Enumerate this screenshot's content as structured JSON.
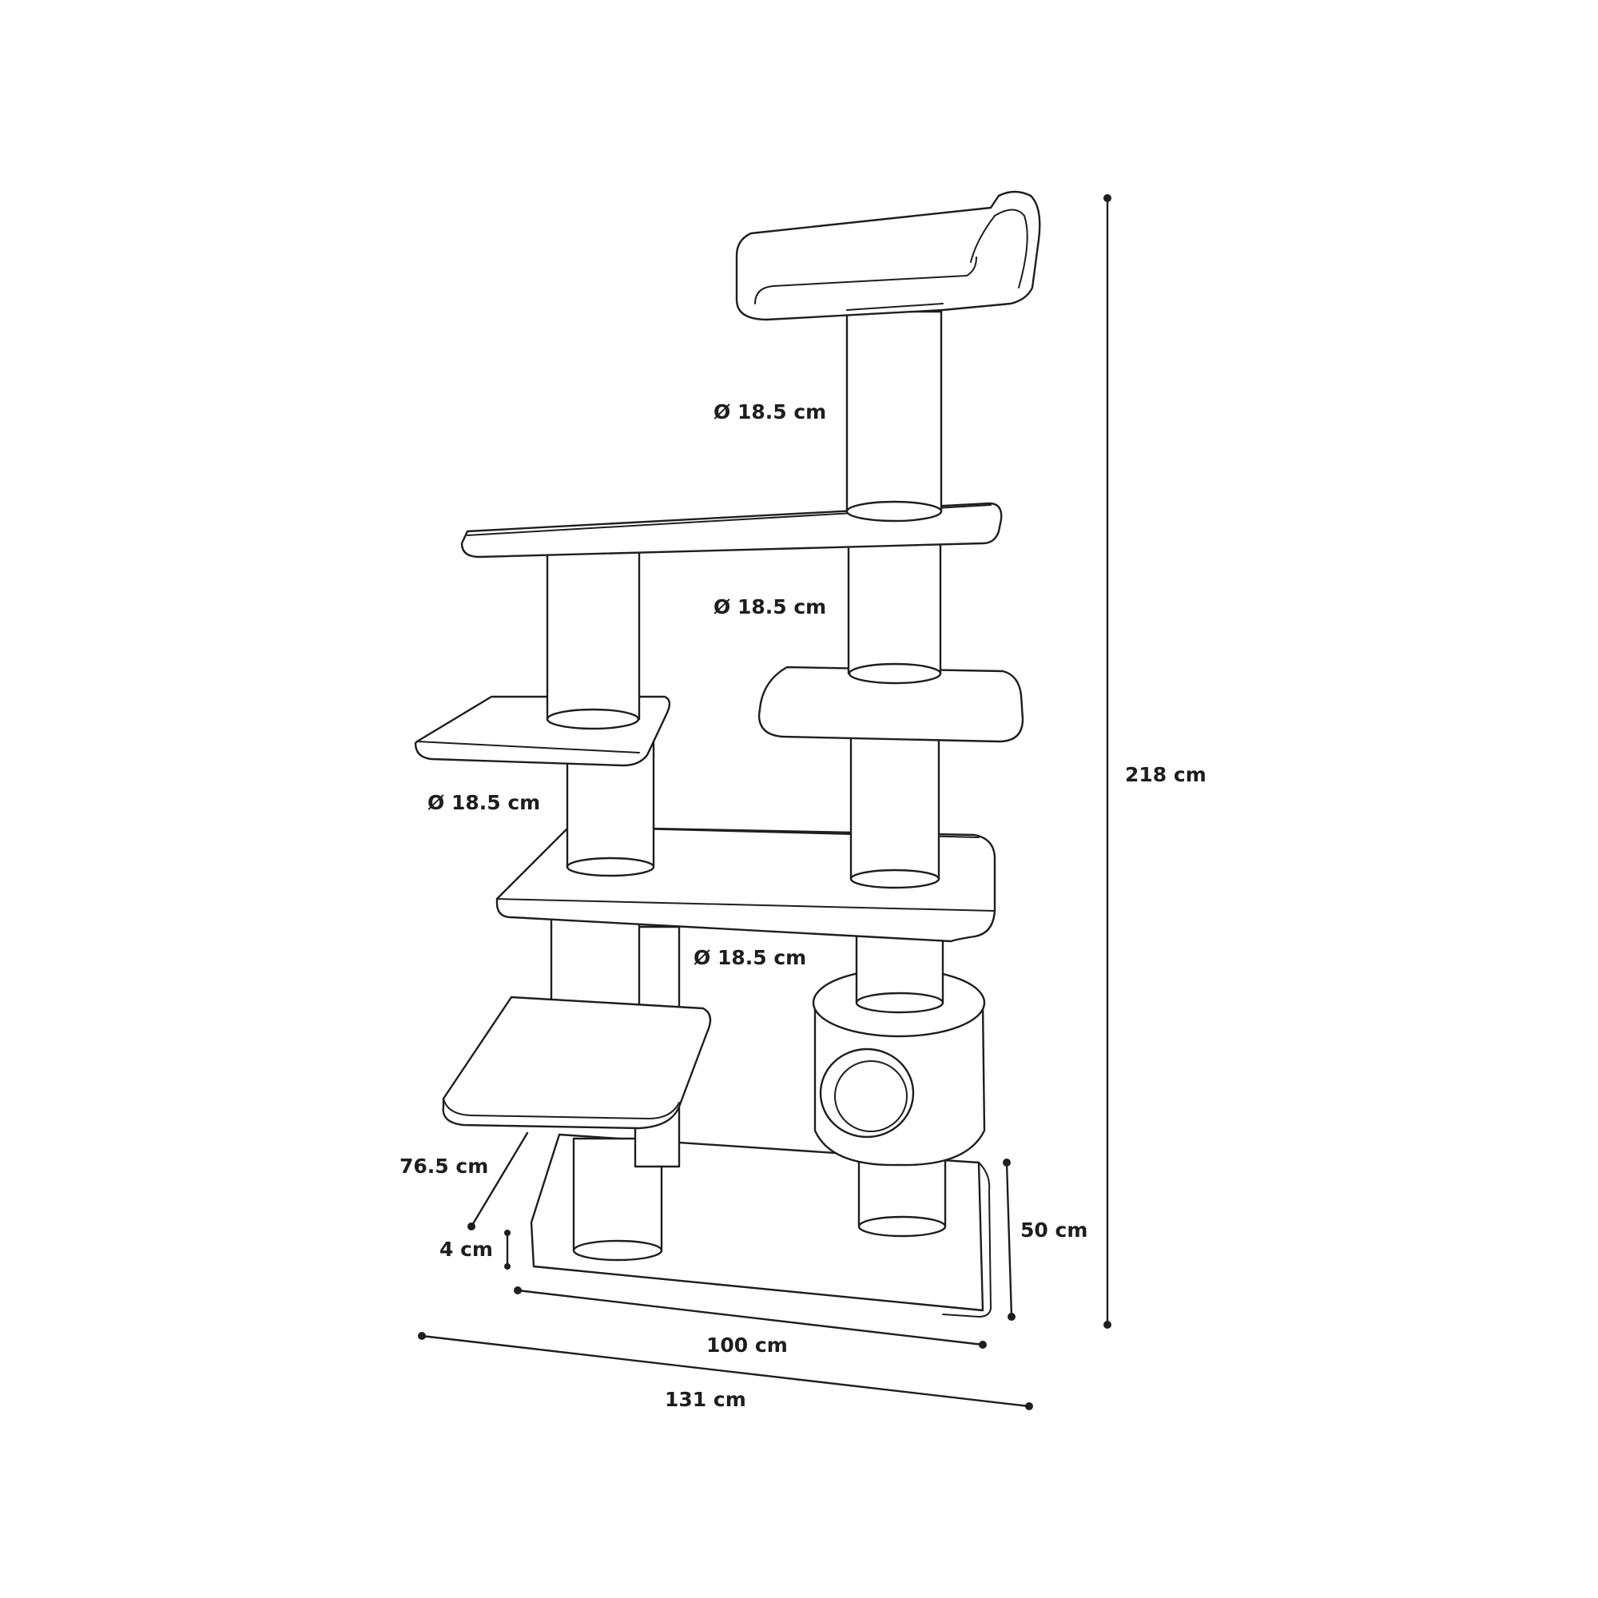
{
  "labels": {
    "diameter_top": "Ø 18.5 cm",
    "diameter_upper": "Ø 18.5 cm",
    "diameter_middle": "Ø 18.5 cm",
    "diameter_lower": "Ø 18.5 cm",
    "height_total": "218 cm",
    "depth_total": "76.5 cm",
    "base_thickness": "4 cm",
    "base_depth": "50 cm",
    "base_width": "100 cm",
    "total_width": "131 cm"
  },
  "colors": {
    "line": "#1e1e1e",
    "background": "#ffffff"
  }
}
